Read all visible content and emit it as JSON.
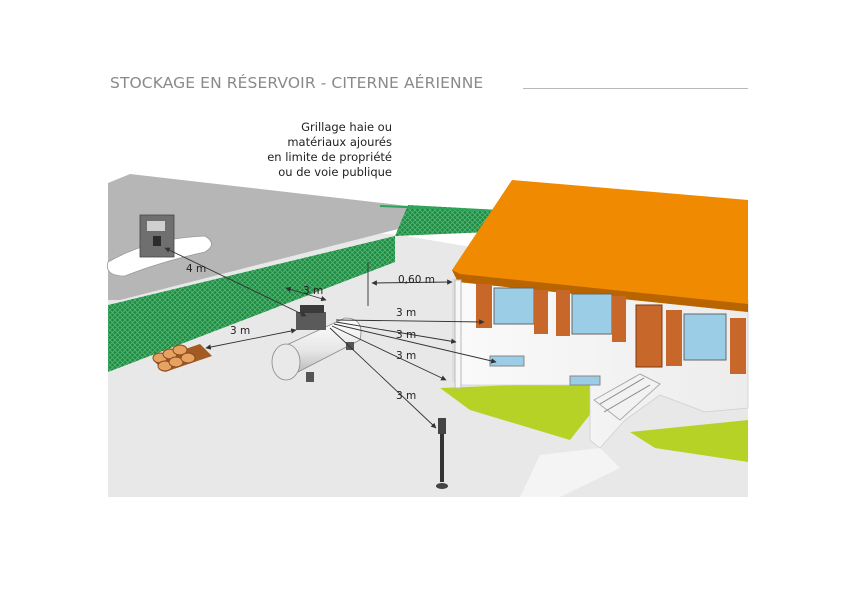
{
  "title": "STOCKAGE EN RÉSERVOIR - CITERNE AÉRIENNE",
  "fence_note": [
    "Grillage haie ou",
    "matériaux ajourés",
    "en limite de propriété",
    "ou de voie publique"
  ],
  "distances": {
    "fuel_pump": "4 m",
    "woodpile": "3 m",
    "tank_width": "3 m",
    "wall_offset": "0,60 m",
    "window": "3 m",
    "house_opening": "3 m",
    "cellar_vent": "3 m",
    "lamp_post": "3 m"
  },
  "colors": {
    "roof": "#f08a00",
    "hedge": "#1f8f4a",
    "lawn": "#b7d226",
    "shutters": "#c8672a",
    "ground": "#e9e9e9",
    "street": "#b5b5b5"
  }
}
